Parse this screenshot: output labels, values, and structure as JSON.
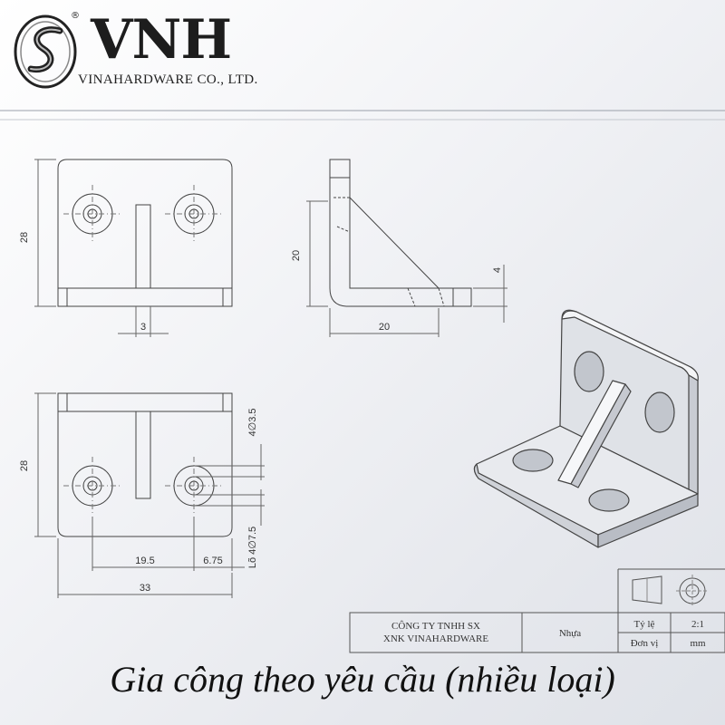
{
  "header": {
    "brand_name": "VNH",
    "registered_mark": "®",
    "company_line": "VINAHARDWARE CO., LTD."
  },
  "views": {
    "front_top": {
      "height_dim": "28",
      "rib_dim": "3"
    },
    "side": {
      "height_dim": "20",
      "width_dim": "20",
      "thickness_dim": "4"
    },
    "bottom": {
      "height_dim": "28",
      "hole_spacing_dim": "19.5",
      "edge_dim": "6.75",
      "width_dim": "33",
      "hole_small_dim": "4∅3.5",
      "hole_large_dim": "Lõ 4∅7.5"
    }
  },
  "title_block": {
    "company_line1": "CÔNG TY TNHH SX",
    "company_line2": "XNK VINAHARDWARE",
    "material": "Nhựa",
    "scale_label": "Tỷ lệ",
    "scale_value": "2:1",
    "unit_label": "Đơn vị",
    "unit_value": "mm"
  },
  "caption": "Gia công theo yêu cầu (nhiều loại)"
}
